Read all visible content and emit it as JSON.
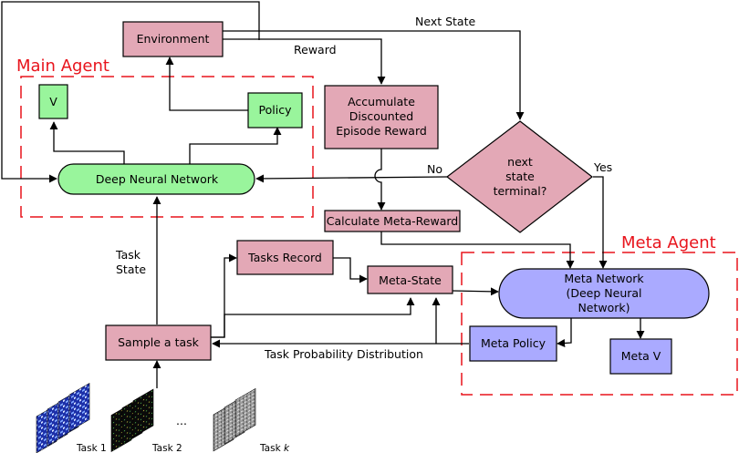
{
  "groups": {
    "main_agent": "Main Agent",
    "meta_agent": "Meta Agent"
  },
  "nodes": {
    "environment": "Environment",
    "v": "V",
    "policy": "Policy",
    "deep_neural_network": "Deep Neural Network",
    "accumulate": [
      "Accumulate",
      "Discounted",
      "Episode Reward"
    ],
    "decision": [
      "next",
      "state",
      "terminal?"
    ],
    "calc_meta_reward": "Calculate Meta-Reward",
    "tasks_record": "Tasks Record",
    "meta_state": "Meta-State",
    "meta_network": [
      "Meta Network",
      "(Deep Neural",
      "Network)"
    ],
    "meta_policy": "Meta Policy",
    "meta_v": "Meta V",
    "sample_task": "Sample a task"
  },
  "edge_labels": {
    "next_state": "Next State",
    "reward": "Reward",
    "no": "No",
    "yes": "Yes",
    "task_state": [
      "Task",
      "State"
    ],
    "task_prob": "Task Probability Distribution"
  },
  "tasks": {
    "task1": "Task 1",
    "task2": "Task 2",
    "taskk_prefix": "Task ",
    "taskk_var": "k",
    "ellipsis": "..."
  },
  "colors": {
    "pink": "#e3a8b6",
    "green": "#99f59c",
    "purple": "#aaaaff",
    "agent_border": "#e8141c"
  }
}
